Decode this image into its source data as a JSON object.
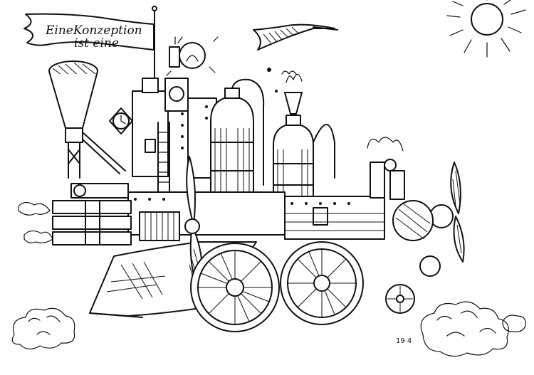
{
  "banner": {
    "line1": "EineKonzeption",
    "line2": "ist eine"
  },
  "scribble": "19 4"
}
